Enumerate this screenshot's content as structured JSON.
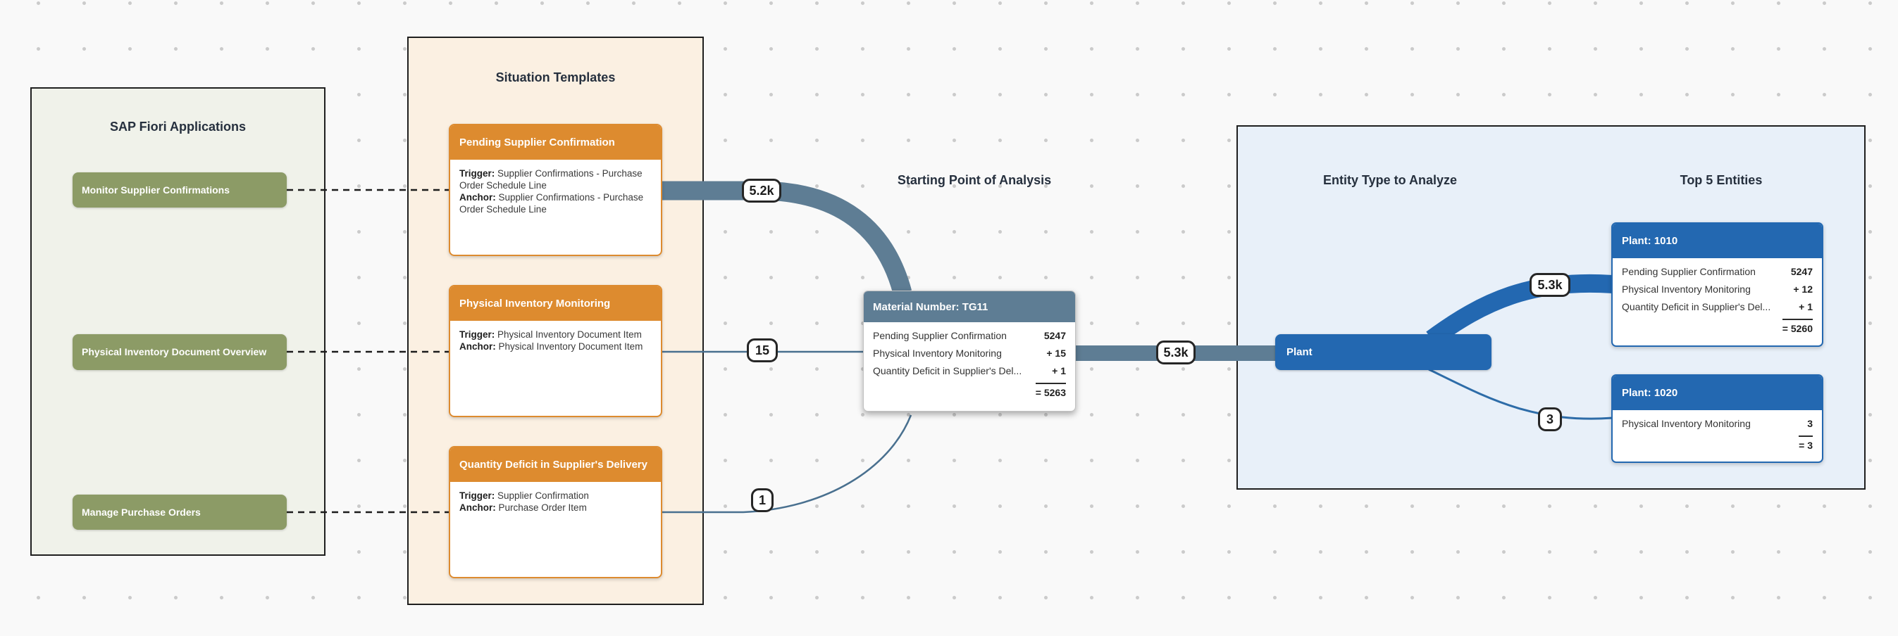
{
  "colors": {
    "olive": "#8c9b66",
    "orange": "#dd8b2f",
    "slate": "#5e7d94",
    "blue": "#2368b1",
    "panel_green_bg": "#f0f2ea",
    "panel_orange_bg": "#fbf0e2",
    "panel_blue_bg": "#e8f0f9",
    "canvas_bg": "#f9f9f9"
  },
  "fiori_panel": {
    "title": "SAP Fiori Applications",
    "apps": [
      {
        "label": "Monitor Supplier Confirmations"
      },
      {
        "label": "Physical Inventory Document Overview"
      },
      {
        "label": "Manage Purchase Orders"
      }
    ]
  },
  "templates_panel": {
    "title": "Situation Templates",
    "templates": [
      {
        "title": "Pending Supplier Confirmation",
        "trigger_label": "Trigger:",
        "trigger": "Supplier Confirmations - Purchase Order Schedule Line",
        "anchor_label": "Anchor:",
        "anchor": "Supplier Confirmations - Purchase Order Schedule Line"
      },
      {
        "title": "Physical Inventory Monitoring",
        "trigger_label": "Trigger:",
        "trigger": "Physical Inventory Document Item",
        "anchor_label": "Anchor:",
        "anchor": "Physical Inventory Document Item"
      },
      {
        "title": "Quantity Deficit in Supplier's Delivery",
        "trigger_label": "Trigger:",
        "trigger": "Supplier Confirmation",
        "anchor_label": "Anchor:",
        "anchor": "Purchase Order Item"
      }
    ]
  },
  "starting_point": {
    "title": "Starting Point of Analysis",
    "node": {
      "title": "Material Number: TG11",
      "rows": [
        {
          "label": "Pending Supplier Confirmation",
          "value": "5247"
        },
        {
          "label": "Physical Inventory Monitoring",
          "value": "+ 15"
        },
        {
          "label": "Quantity Deficit in Supplier's Del...",
          "value": "+ 1"
        }
      ],
      "total": "= 5263"
    }
  },
  "entity_panel": {
    "title": "Entity Type to Analyze",
    "top_title": "Top 5 Entities",
    "entity_node_label": "Plant",
    "entities": [
      {
        "title": "Plant: 1010",
        "rows": [
          {
            "label": "Pending Supplier Confirmation",
            "value": "5247"
          },
          {
            "label": "Physical Inventory Monitoring",
            "value": "+ 12"
          },
          {
            "label": "Quantity Deficit in Supplier's Del...",
            "value": "+ 1"
          }
        ],
        "total": "= 5260"
      },
      {
        "title": "Plant: 1020",
        "rows": [
          {
            "label": "Physical Inventory Monitoring",
            "value": "3"
          }
        ],
        "total": "= 3"
      }
    ]
  },
  "edge_labels": {
    "pending_to_node": "5.2k",
    "physical_to_node": "15",
    "quantity_to_node": "1",
    "node_to_plant": "5.3k",
    "plant_to_1010": "5.3k",
    "plant_to_1020": "3"
  }
}
